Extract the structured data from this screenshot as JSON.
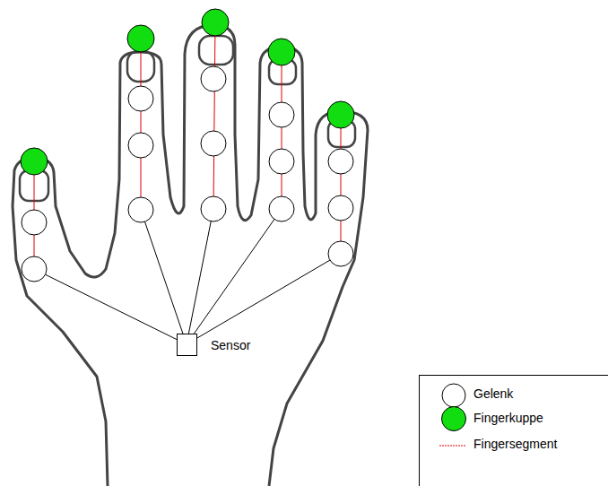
{
  "diagram": {
    "nodes": [
      {
        "text": [
          "Sensor"
        ]
      }
    ],
    "legend": [
      {
        "text": "Gelenk"
      },
      {
        "text": "Fingerkuppe",
        "color": "#11dd11"
      },
      {
        "text": "Fingersegment"
      }
    ]
  }
}
